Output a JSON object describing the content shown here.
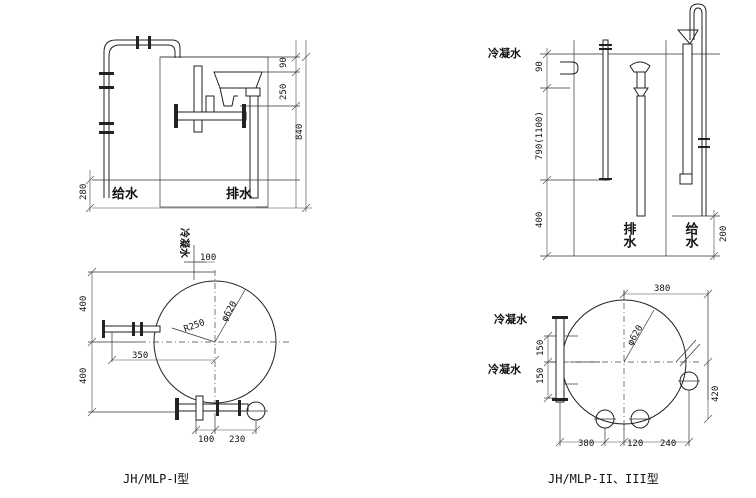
{
  "views": {
    "type1": {
      "title": "JH/MLP-Ⅰ型",
      "elevation": {
        "dims": {
          "d90": "90",
          "d250": "250",
          "d840": "840",
          "d280": "280"
        },
        "labels": {
          "feed": "给水",
          "drain": "排水"
        }
      },
      "plan": {
        "dims": {
          "d100top": "100",
          "d400a": "400",
          "d400b": "400",
          "d350": "350",
          "d100": "100",
          "d230": "230"
        },
        "labels": {
          "condensate": "冷凝水",
          "r250": "R250",
          "phi620": "φ620"
        }
      }
    },
    "type23": {
      "title": "JH/MLP-II、III型",
      "elevation": {
        "dims": {
          "d90": "90",
          "d790": "790(1100)",
          "d400": "400",
          "d200": "200"
        },
        "labels": {
          "condensate": "冷凝水",
          "drain": "排水",
          "feed": "给水"
        }
      },
      "plan": {
        "dims": {
          "d380top": "380",
          "d150a": "150",
          "d150b": "150",
          "d420": "420",
          "d380": "380",
          "d120": "120",
          "d240": "240"
        },
        "labels": {
          "condensate1": "冷凝水",
          "condensate2": "冷凝水",
          "phi620": "φ620"
        }
      }
    }
  }
}
